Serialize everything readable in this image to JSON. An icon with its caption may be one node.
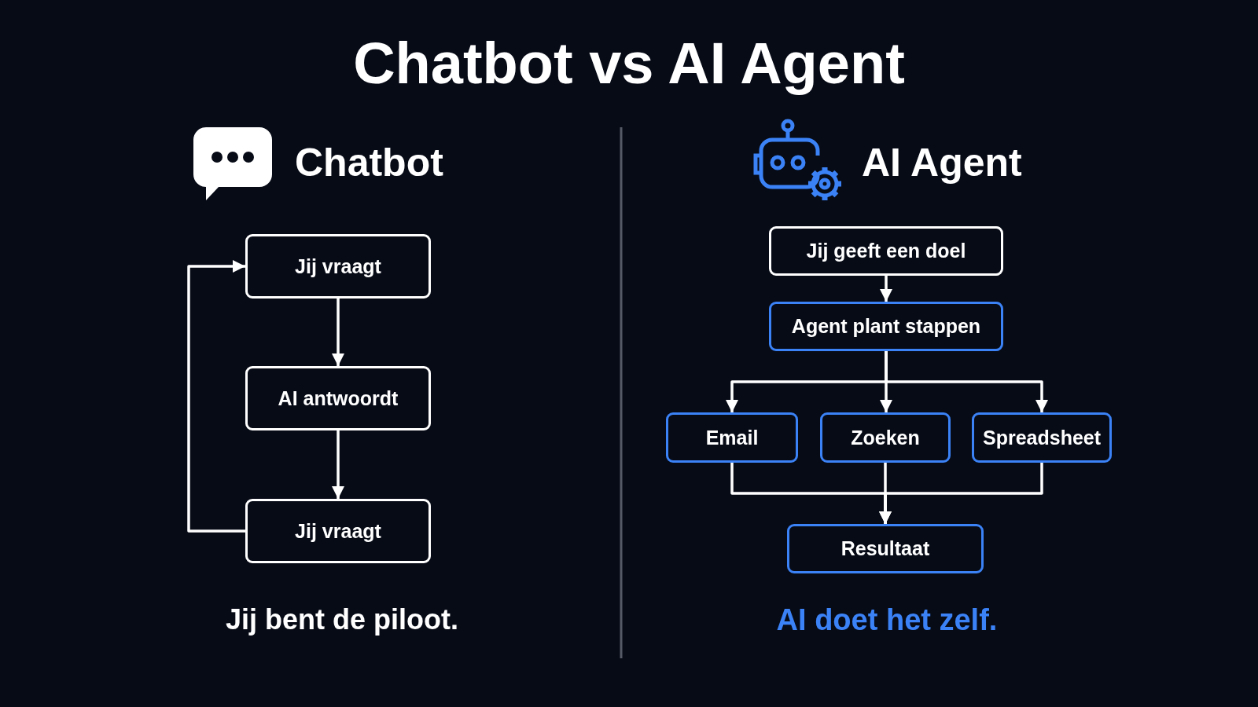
{
  "diagram": {
    "title": "Chatbot vs AI Agent",
    "nodes": [
      {
        "text": [
          "Jij vraagt"
        ]
      },
      {
        "text": [
          "AI antwoordt"
        ]
      },
      {
        "text": [
          "Jij vraagt"
        ]
      },
      {
        "text": [
          "Jij geeft een doel"
        ]
      },
      {
        "text": [
          "Agent plant stappen"
        ]
      },
      {
        "text": [
          "Email"
        ]
      },
      {
        "text": [
          "Zoeken"
        ]
      },
      {
        "text": [
          "Spreadsheet"
        ]
      },
      {
        "text": [
          "Resultaat"
        ]
      }
    ],
    "edges": [
      {
        "from": 0,
        "to": 1,
        "arrow": "to"
      },
      {
        "from": 1,
        "to": 2,
        "arrow": "to"
      },
      {
        "from": 2,
        "to": 0,
        "arrow": "to"
      },
      {
        "from": 3,
        "to": 4,
        "arrow": "to"
      },
      {
        "from": 4,
        "to": 5,
        "arrow": "to"
      },
      {
        "from": 4,
        "to": 6,
        "arrow": "to"
      },
      {
        "from": 4,
        "to": 7,
        "arrow": "to"
      },
      {
        "from": 5,
        "to": 8,
        "arrow": "to"
      },
      {
        "from": 6,
        "to": 8,
        "arrow": "to"
      },
      {
        "from": 7,
        "to": 8,
        "arrow": "to"
      }
    ],
    "labels": [
      "Chatbot",
      "AI Agent",
      "Jij bent de piloot.",
      "AI doet het zelf."
    ]
  }
}
